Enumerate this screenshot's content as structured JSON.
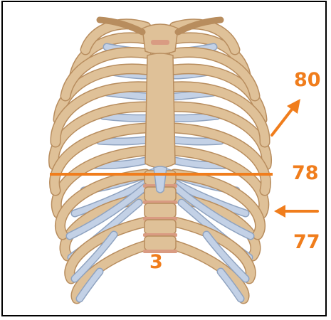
{
  "colors": {
    "bone": "#dfc198",
    "bone_edge": "#b88d5e",
    "cartilage": "#c3d1e6",
    "cartilage_edge": "#8fa3c0",
    "disc": "#d99b82",
    "accent": "#f07d1c",
    "frame": "#000000"
  },
  "labels": {
    "upper_right": "80",
    "horizontal_line": "78",
    "lower_right": "77",
    "vertebra": "3"
  },
  "icons": {
    "upper_arrow": "arrow-up-right-icon",
    "lower_arrow": "arrow-left-icon"
  }
}
